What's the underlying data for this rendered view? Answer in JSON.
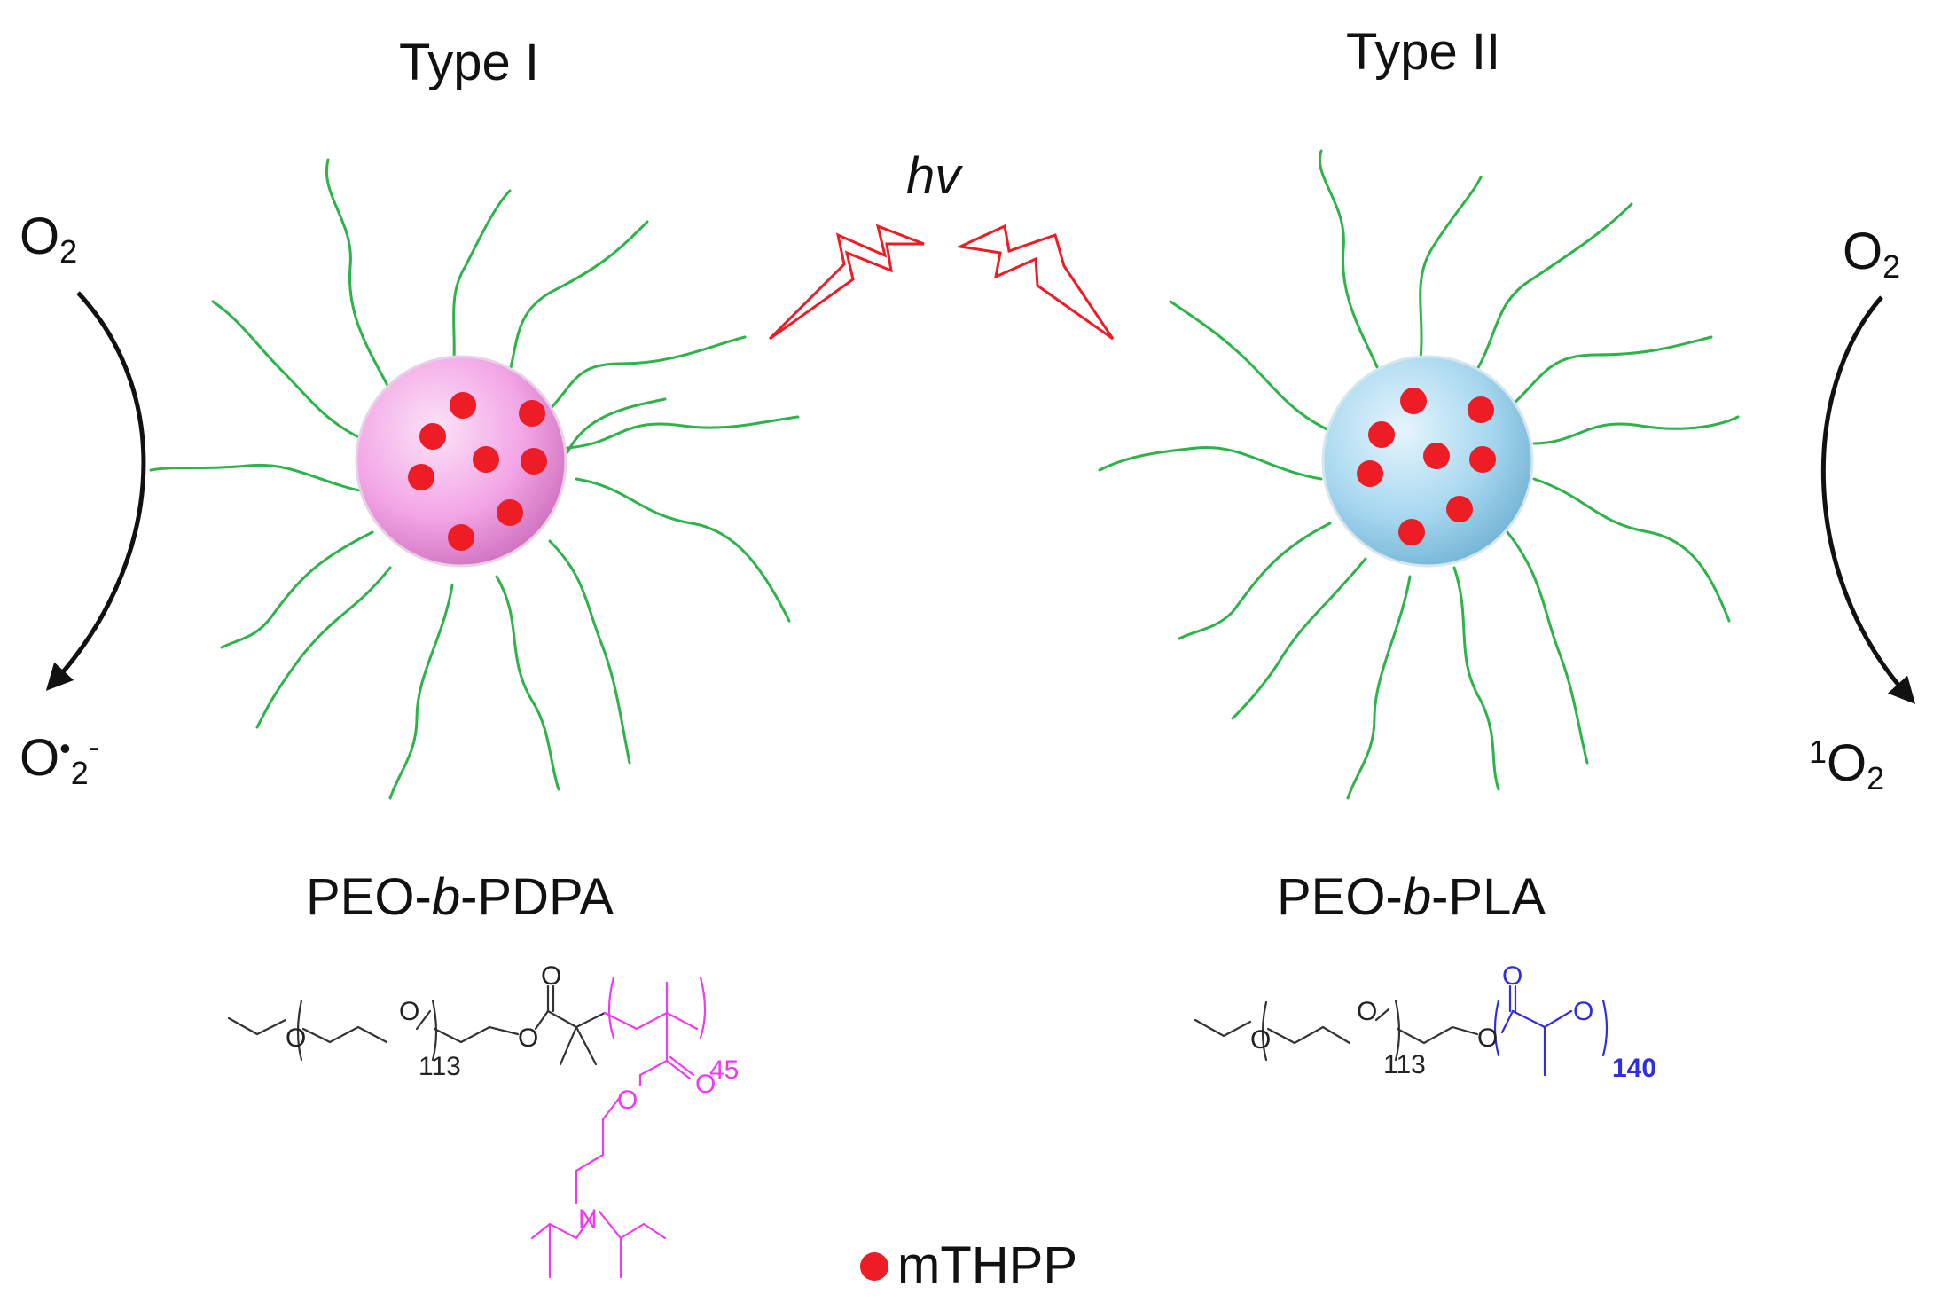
{
  "titles": {
    "left": "Type I",
    "right": "Type II"
  },
  "light": "hv",
  "left_reaction": {
    "reactant_base": "O",
    "reactant_sub": "2",
    "product_base": "O",
    "product_dot": "•",
    "product_sub": "2",
    "product_charge": "-"
  },
  "right_reaction": {
    "reactant_base": "O",
    "reactant_sub": "2",
    "product_sup": "1",
    "product_base": "O",
    "product_sub": "2"
  },
  "polymers": {
    "left": {
      "pre": "PEO-",
      "mid": "b",
      "post": "-PDPA"
    },
    "right": {
      "pre": "PEO-",
      "mid": "b",
      "post": "-PLA"
    }
  },
  "structure_left": {
    "o1": "O",
    "o2": "O",
    "o3": "O",
    "o_carbonyl": "O",
    "n_peo": "113",
    "n_block": "45",
    "o_ester_a": "O",
    "o_ester_b": "O",
    "n_atom": "N"
  },
  "structure_right": {
    "o1": "O",
    "o2": "O",
    "o3": "O",
    "n_peo": "113",
    "o_carbonyl": "O",
    "o_ester": "O",
    "n_block": "140"
  },
  "legend": {
    "label": "mTHPP"
  },
  "colors": {
    "chain": "#2db34a",
    "dot": "#ee1c24",
    "lightning": "#ee1c24",
    "pdpa": "#ee3bf0",
    "pla": "#2f2fe0",
    "left_core": "#f3a6e6",
    "right_core": "#a8d8f0"
  }
}
